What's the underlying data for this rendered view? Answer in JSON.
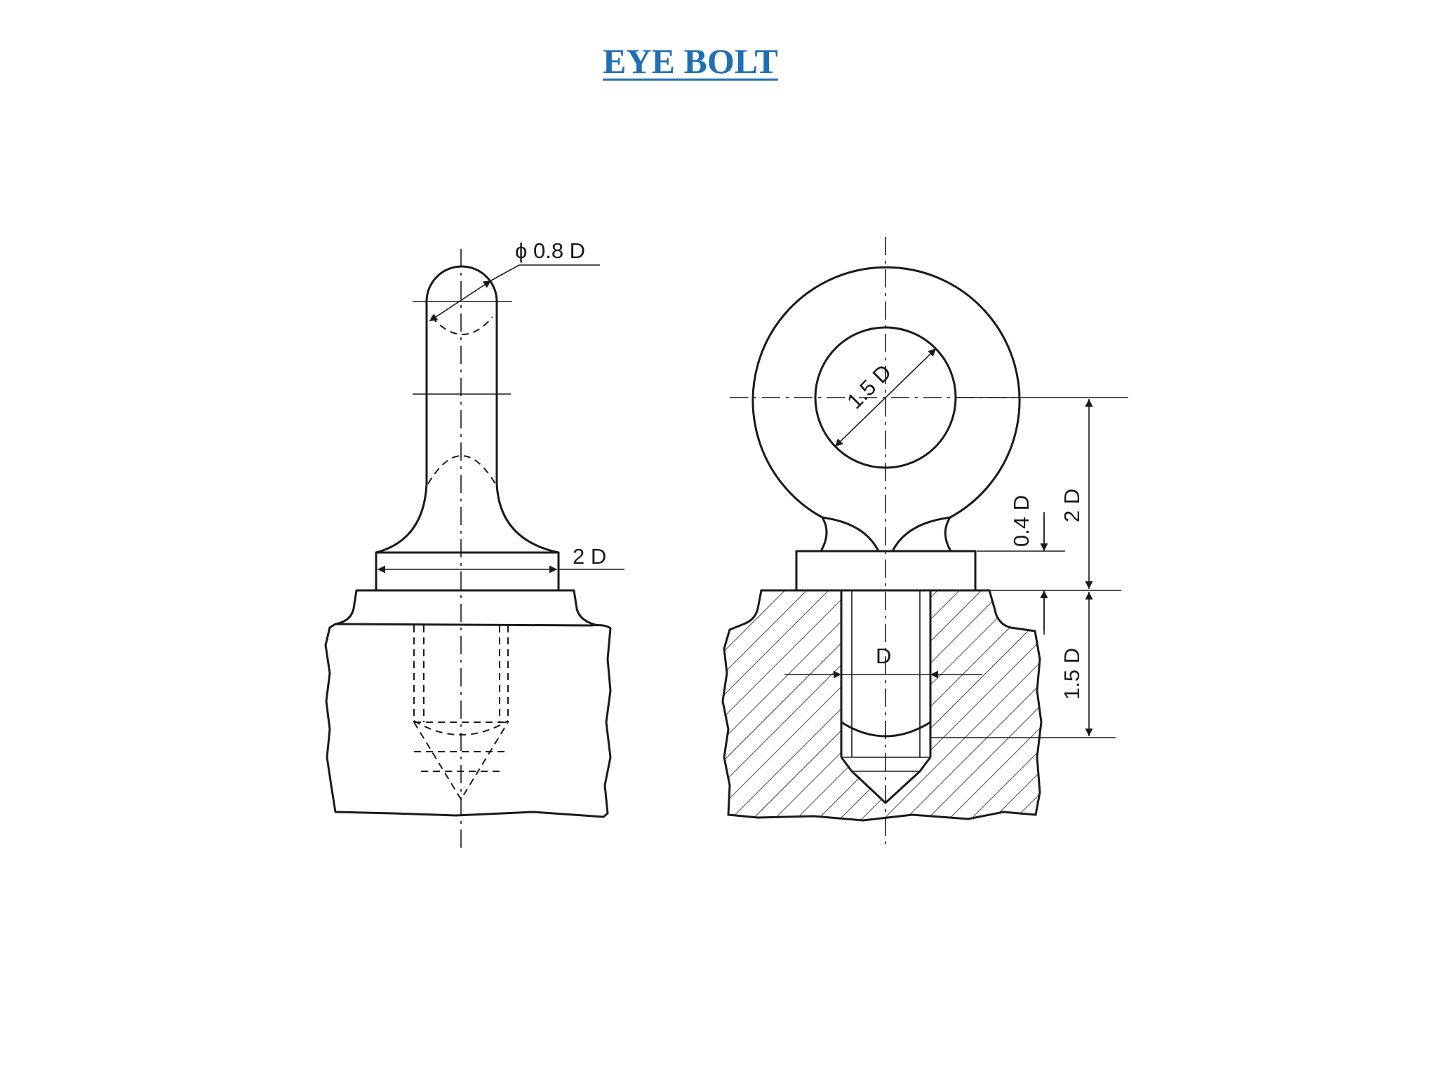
{
  "title": "EYE BOLT",
  "dimensions": {
    "shank_diameter": "ϕ 0.8 D",
    "collar_width": "2 D",
    "eye_inner_diameter": "1.5 D",
    "collar_thickness": "0.4 D",
    "eye_center_height": "2 D",
    "thread_diameter": "D",
    "thread_depth": "1.5 D"
  }
}
